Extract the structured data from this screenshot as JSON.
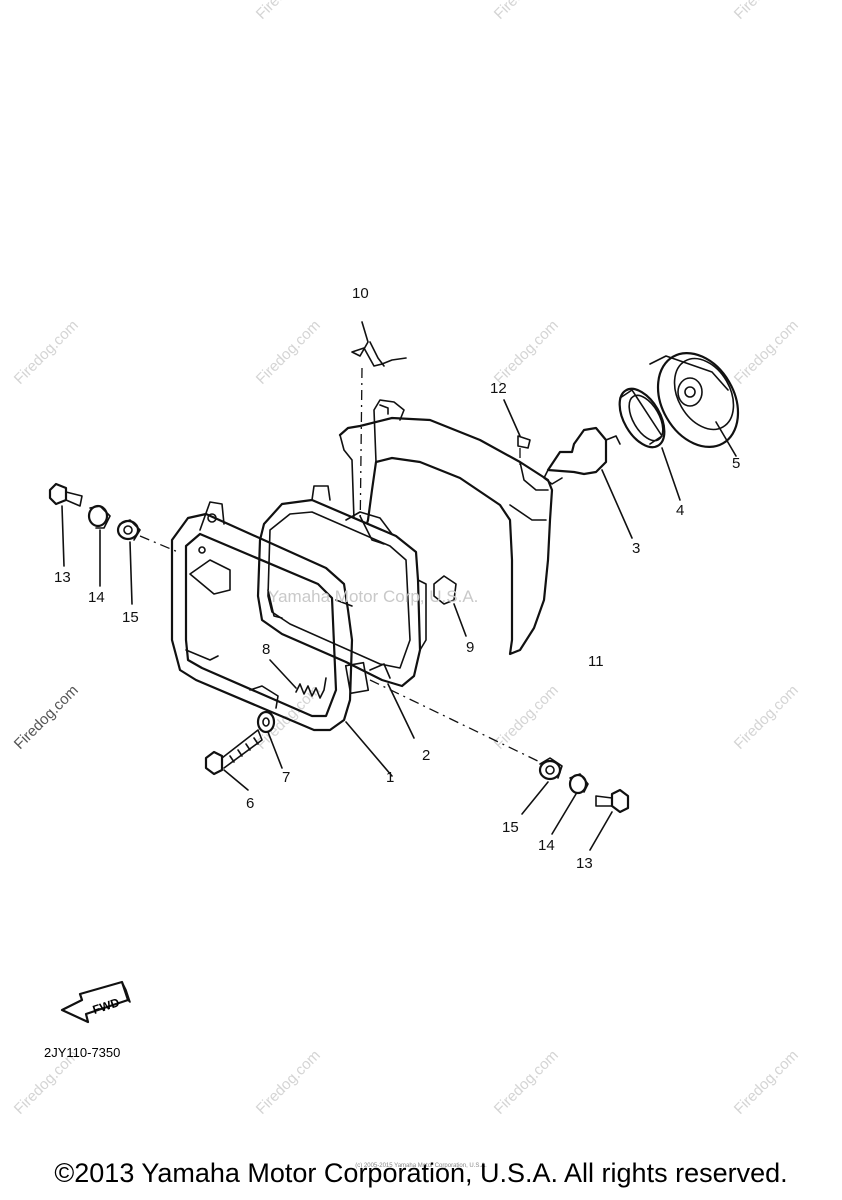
{
  "watermark": {
    "site": "Firedog.com",
    "center_text": "Yamaha Motor Corp, U.S.A."
  },
  "parts": [
    {
      "id": "p1",
      "label": "1"
    },
    {
      "id": "p2",
      "label": "2"
    },
    {
      "id": "p3",
      "label": "3"
    },
    {
      "id": "p4",
      "label": "4"
    },
    {
      "id": "p5",
      "label": "5"
    },
    {
      "id": "p6",
      "label": "6"
    },
    {
      "id": "p7",
      "label": "7"
    },
    {
      "id": "p8",
      "label": "8"
    },
    {
      "id": "p9",
      "label": "9"
    },
    {
      "id": "p10",
      "label": "10"
    },
    {
      "id": "p11",
      "label": "11"
    },
    {
      "id": "p12",
      "label": "12"
    },
    {
      "id": "p13a",
      "label": "13"
    },
    {
      "id": "p14a",
      "label": "14"
    },
    {
      "id": "p15a",
      "label": "15"
    },
    {
      "id": "p13b",
      "label": "13"
    },
    {
      "id": "p14b",
      "label": "14"
    },
    {
      "id": "p15b",
      "label": "15"
    }
  ],
  "fwd_label": "FWD",
  "ref_code": "2JY110-7350",
  "small_copyright": "(c) 2005-2015 Yamaha Motor Corporation, U.S.A.",
  "copyright": "©2013 Yamaha Motor Corporation, U.S.A. All rights reserved."
}
